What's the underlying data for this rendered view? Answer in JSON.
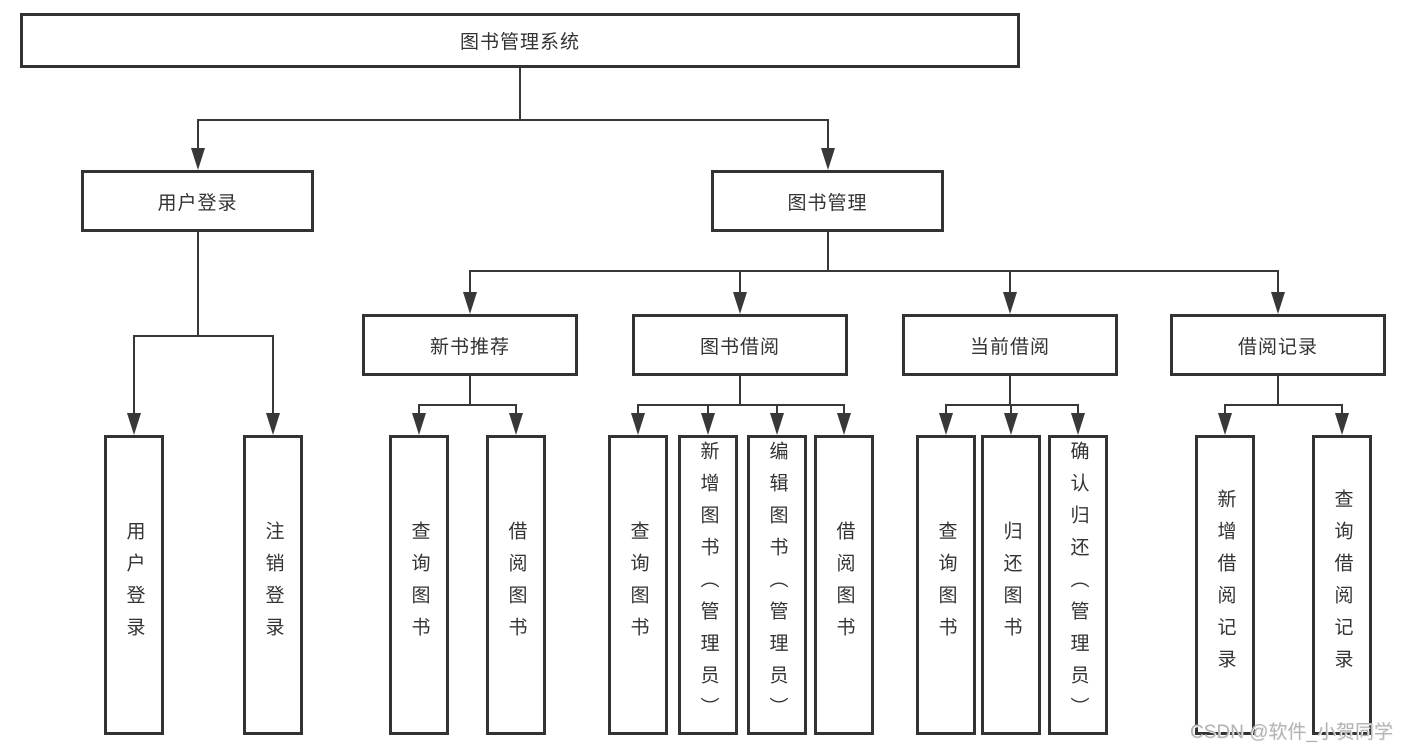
{
  "diagram": {
    "root": "图书管理系统",
    "branches": [
      {
        "label": "用户登录",
        "children": [
          "用户登录",
          "注销登录"
        ]
      },
      {
        "label": "图书管理",
        "groups": [
          {
            "label": "新书推荐",
            "children": [
              "查询图书",
              "借阅图书"
            ]
          },
          {
            "label": "图书借阅",
            "children": [
              "查询图书",
              "新增图书（管理员）",
              "编辑图书（管理员）",
              "借阅图书"
            ]
          },
          {
            "label": "当前借阅",
            "children": [
              "查询图书",
              "归还图书",
              "确认归还（管理员）"
            ]
          },
          {
            "label": "借阅记录",
            "children": [
              "新增借阅记录",
              "查询借阅记录"
            ]
          }
        ]
      }
    ],
    "watermark": "CSDN @软件_小贺同学",
    "colors": {
      "line": "#383838",
      "border": "#333333",
      "text": "#333333",
      "background": "#ffffff",
      "watermark": "#b3b3b3"
    }
  }
}
